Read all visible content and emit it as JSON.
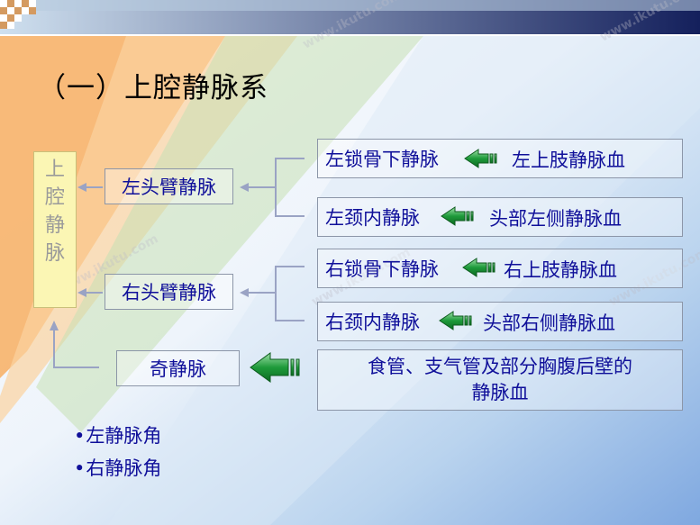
{
  "title": "（一）上腔静脉系",
  "svc": {
    "chars": [
      "上",
      "腔",
      "静",
      "脉"
    ]
  },
  "left_brachiocephalic": "左头臂静脉",
  "right_brachiocephalic": "右头臂静脉",
  "azygos": "奇静脉",
  "tributaries": [
    {
      "vein": "左锁骨下静脉",
      "source": "左上肢静脉血"
    },
    {
      "vein": "左颈内静脉",
      "source": "头部左侧静脉血"
    },
    {
      "vein": "右锁骨下静脉",
      "source": "右上肢静脉血"
    },
    {
      "vein": "右颈内静脉",
      "source": "头部右侧静脉血"
    }
  ],
  "azygos_source": [
    "食管、支气管及部分胸腹后壁的",
    "静脉血"
  ],
  "angles": [
    "左静脉角",
    "右静脉角"
  ],
  "watermark": "www.ikutu.com",
  "colors": {
    "text": "#10109a",
    "arrow": "#1e9a3a",
    "connector": "#9aa3c4",
    "svc_fill": "#fbf6b4"
  }
}
